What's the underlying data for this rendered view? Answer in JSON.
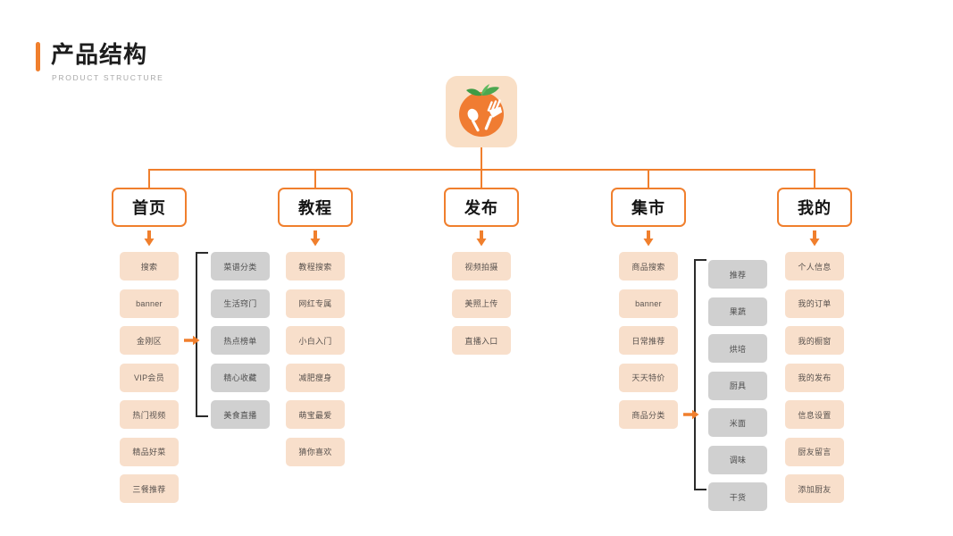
{
  "header": {
    "title": "产品结构",
    "subtitle": "PRODUCT STRUCTURE"
  },
  "colors": {
    "accent_orange": "#F07F2D",
    "chip_peach": "#F8DFCB",
    "chip_gray": "#D0D0D0",
    "logo_bg": "#F9DFC6",
    "bracket": "#2b2b2b",
    "page_bg": "#ffffff"
  },
  "logo": {
    "name": "tomato-spoon-fork-logo",
    "fruit_color": "#F07C32",
    "leaf_color": "#4CA750",
    "utensil_color": "#ffffff"
  },
  "root": {
    "label": ""
  },
  "columns": [
    {
      "id": "home",
      "label": "首页",
      "items": [
        "搜索",
        "banner",
        "金刚区",
        "VIP会员",
        "热门视频",
        "精品好菜",
        "三餐推荐"
      ],
      "expanded_from": "金刚区",
      "sub_items": [
        "菜谱分类",
        "生活窍门",
        "热点榜单",
        "精心收藏",
        "美食直播"
      ]
    },
    {
      "id": "tutorial",
      "label": "教程",
      "items": [
        "教程搜索",
        "网红专属",
        "小白入门",
        "减肥瘦身",
        "萌宝最爱",
        "猜你喜欢"
      ],
      "expanded_from": null,
      "sub_items": []
    },
    {
      "id": "publish",
      "label": "发布",
      "items": [
        "视频拍摄",
        "美照上传",
        "直播入口"
      ],
      "expanded_from": null,
      "sub_items": []
    },
    {
      "id": "market",
      "label": "集市",
      "items": [
        "商品搜索",
        "banner",
        "日常推荐",
        "天天特价",
        "商品分类"
      ],
      "expanded_from": "商品分类",
      "sub_items": [
        "推荐",
        "果蔬",
        "烘培",
        "厨具",
        "米面",
        "调味",
        "干货"
      ]
    },
    {
      "id": "mine",
      "label": "我的",
      "items": [
        "个人信息",
        "我的订单",
        "我的橱窗",
        "我的发布",
        "信息设置",
        "厨友留言",
        "添加厨友"
      ],
      "expanded_from": null,
      "sub_items": []
    }
  ]
}
